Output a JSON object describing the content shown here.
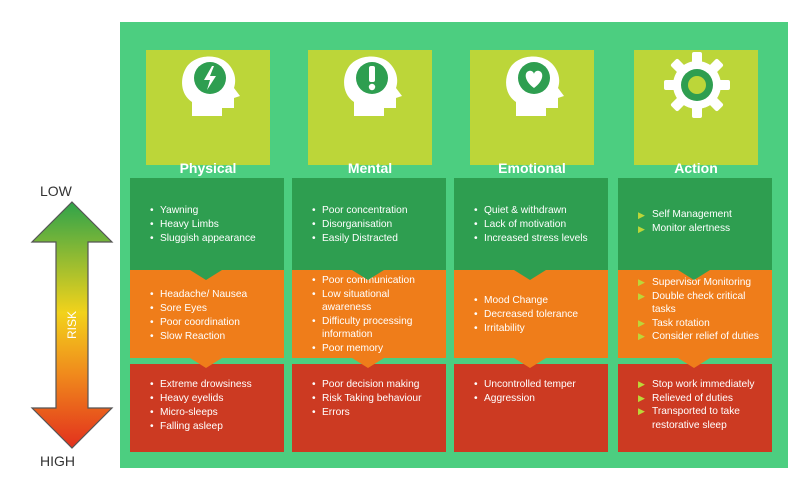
{
  "risk_scale": {
    "low_label": "LOW",
    "high_label": "HIGH",
    "axis_label": "RISK"
  },
  "colors": {
    "panel": "#4cce80",
    "header": "#bcd639",
    "low": "#2e9e50",
    "medium": "#ef7d1a",
    "high": "#cc3a22"
  },
  "columns": [
    {
      "title": "Physical",
      "icon": "head-lightning-icon",
      "low": [
        "Yawning",
        "Heavy Limbs",
        "Sluggish appearance"
      ],
      "medium": [
        "Headache/ Nausea",
        "Sore Eyes",
        "Poor coordination",
        "Slow Reaction"
      ],
      "high": [
        "Extreme drowsiness",
        "Heavy eyelids",
        "Micro-sleeps",
        "Falling asleep"
      ]
    },
    {
      "title": "Mental",
      "icon": "head-exclamation-icon",
      "low": [
        "Poor concentration",
        "Disorganisation",
        "Easily Distracted"
      ],
      "medium": [
        "Poor communication",
        "Low situational awareness",
        "Difficulty processing information",
        "Poor memory"
      ],
      "high": [
        "Poor decision making",
        "Risk Taking behaviour",
        "Errors"
      ]
    },
    {
      "title": "Emotional",
      "icon": "head-heart-icon",
      "low": [
        "Quiet & withdrawn",
        "Lack of motivation",
        "Increased stress levels"
      ],
      "medium": [
        "Mood Change",
        "Decreased tolerance",
        "Irritability"
      ],
      "high": [
        "Uncontrolled temper",
        "Aggression"
      ]
    },
    {
      "title": "Action",
      "icon": "gear-icon",
      "low": [
        "Self Management",
        "Monitor alertness"
      ],
      "medium": [
        "Supervisor Monitoring",
        "Double check critical tasks",
        "Task rotation",
        "Consider relief of duties"
      ],
      "high": [
        "Stop work immediately",
        "Relieved of duties",
        "Transported to take restorative sleep"
      ]
    }
  ]
}
